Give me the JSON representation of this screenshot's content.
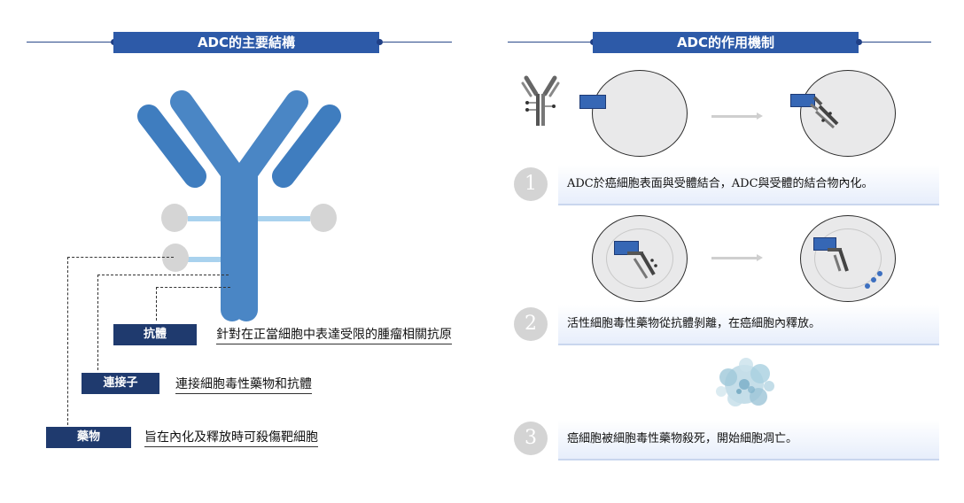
{
  "left_panel": {
    "title": "ADC的主要結構",
    "labels": [
      {
        "name": "抗體",
        "desc": "針對在正當細胞中表達受限的腫瘤相關抗原"
      },
      {
        "name": "連接子",
        "desc": "連接細胞毒性藥物和抗體"
      },
      {
        "name": "藥物",
        "desc": "旨在內化及釋放時可殺傷靶細胞"
      }
    ]
  },
  "right_panel": {
    "title": "ADC的作用機制",
    "steps": [
      {
        "number": "1",
        "text": "ADC於癌細胞表面與受體結合，ADC與受體的結合物內化。"
      },
      {
        "number": "2",
        "text": "活性細胞毒性藥物從抗體剝離，在癌細胞內釋放。"
      },
      {
        "number": "3",
        "text": "癌細胞被細胞毒性藥物殺死，開始細胞凋亡。"
      }
    ]
  },
  "colors": {
    "antibody_blue": "#4a86c5",
    "header_blue": "#2d5aa8",
    "label_navy": "#1f3a6e",
    "linker_light_blue": "#a9d2ee",
    "drug_grey": "#d5d5d5"
  }
}
